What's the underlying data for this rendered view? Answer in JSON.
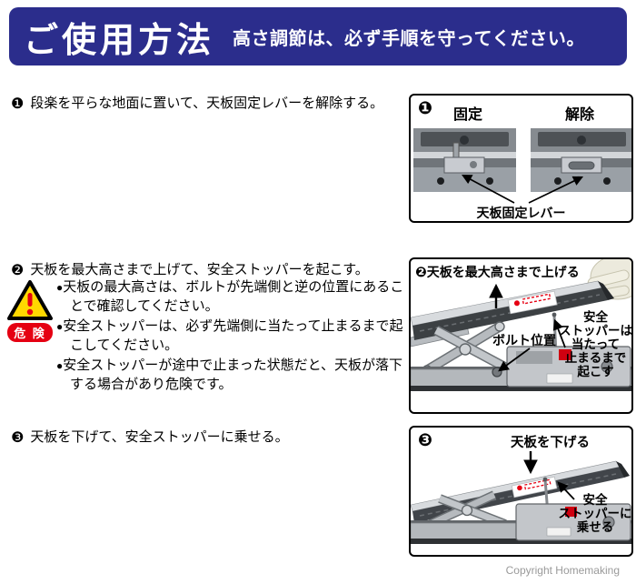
{
  "header": {
    "title": "ご使用方法",
    "subtitle": "高さ調節は、必ず手順を守ってください。",
    "bg_color": "#2b2d8c",
    "text_color": "#ffffff"
  },
  "steps": [
    {
      "number": "❶",
      "text": "段楽を平らな地面に置いて、天板固定レバーを解除する。"
    },
    {
      "number": "❷",
      "text": "天板を最大高さまで上げて、安全ストッパーを起こす。"
    },
    {
      "number": "❸",
      "text": "天板を下げて、安全ストッパーに乗せる。"
    }
  ],
  "warning": {
    "icon": "warning-triangle-icon",
    "triangle_color": "#ffd800",
    "badge": "危 険",
    "badge_color": "#e50012",
    "bullets": [
      "天板の最大高さは、ボルトが先端側と逆の位置にあることで確認してください。",
      "安全ストッパーは、必ず先端側に当たって止まるまで起こしてください。",
      "安全ストッパーが途中で止まった状態だと、天板が落下する場合があり危険です。"
    ]
  },
  "figures": {
    "fig1": {
      "badge": "❶",
      "label_fixed": "固定",
      "label_release": "解除",
      "caption": "天板固定レバー"
    },
    "fig2": {
      "badge": "❷",
      "top_label": "天板を最大高さまで上げる",
      "bolt_label": "ボルト位置",
      "stopper_label": "安全\nストッパーは\n当たって\n止まるまで\n起こす"
    },
    "fig3": {
      "badge": "❸",
      "top_label": "天板を下げる",
      "stopper_label": "安全\nストッパーに\n乗せる"
    }
  },
  "footer": {
    "copyright": "Copyright Homemaking"
  }
}
